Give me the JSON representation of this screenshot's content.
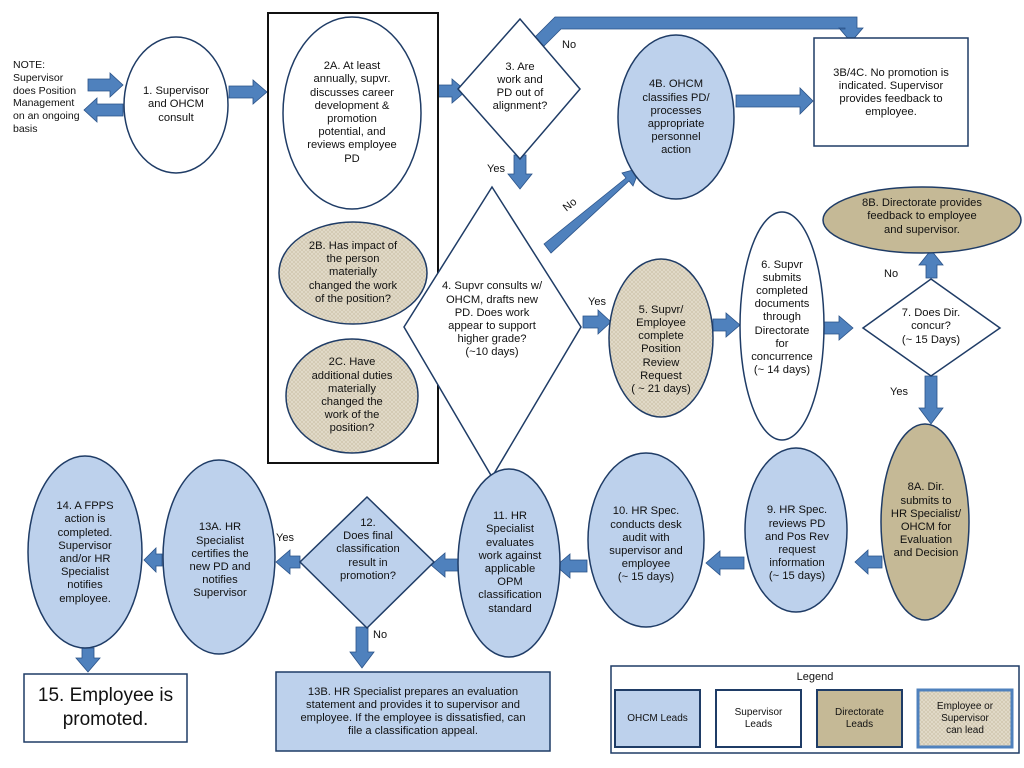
{
  "colors": {
    "ohcm": "#bdd1ec",
    "supervisor": "#ffffff",
    "directorate": "#c5b996",
    "employee_texture_base": "#e3dccb",
    "outline": "#1f3c66",
    "arrow": "#4f81bd"
  },
  "note": "NOTE:\nSupervisor\ndoes Position\nManagement\non an ongoing\nbasis",
  "nodes": {
    "n1": "1.  Supervisor\nand OHCM\nconsult",
    "n2a": "2A. At least\nannually, supvr.\ndiscusses career\ndevelopment &\npromotion\npotential, and\nreviews employee\nPD",
    "n2b": "2B. Has impact of\nthe person\nmaterially\nchanged the work\nof the position?",
    "n2c": "2C. Have\nadditional duties\nmaterially\nchanged the\nwork of the\nposition?",
    "n3": "3. Are\nwork and\nPD out of\nalignment?",
    "n4": "4.  Supvr consults w/\nOHCM, drafts new\nPD.  Does work\nappear to support\nhigher grade?\n(~10  days)",
    "n4b": "4B. OHCM\nclassifies PD/\nprocesses\nappropriate\npersonnel\naction",
    "n3b4c": "3B/4C.  No promotion is\nindicated. Supervisor\nprovides feedback to\nemployee.",
    "n5": "5. Supvr/\nEmployee\ncomplete\nPosition\nReview\nRequest\n( ~ 21 days)",
    "n6": "6. Supvr\nsubmits\ncompleted\ndocuments\nthrough\nDirectorate\nfor\nconcurrence\n(~ 14 days)",
    "n7": "7. Does Dir.\nconcur?\n(~ 15 Days)",
    "n8b": "8B. Directorate provides\nfeedback to employee\nand supervisor.",
    "n8a": "8A. Dir.\nsubmits to\nHR Specialist/\nOHCM for\nEvaluation\nand Decision",
    "n9": "9. HR Spec.\nreviews PD\nand Pos Rev\nrequest\ninformation\n(~ 15 days)",
    "n10": "10. HR Spec.\nconducts desk\naudit with\nsupervisor and\nemployee\n(~ 15 days)",
    "n11": "11. HR\nSpecialist\nevaluates\nwork against\napplicable\nOPM\nclassification\nstandard",
    "n12": "12.\nDoes final\nclassification\nresult in\npromotion?",
    "n13a": "13A. HR\nSpecialist\ncertifies the\nnew PD and\nnotifies\nSupervisor",
    "n13b": "13B.  HR Specialist prepares an evaluation\nstatement and provides it to supervisor and\nemployee.  If the employee is dissatisfied, can\nfile a classification appeal.",
    "n14": "14. A FPPS\naction is\ncompleted.\nSupervisor\nand/or HR\nSpecialist\nnotifies\nemployee.",
    "n15": "15. Employee is\npromoted."
  },
  "edge_labels": {
    "no_3": "No",
    "yes_3": "Yes",
    "no_4": "No",
    "yes_4": "Yes",
    "no_7": "No",
    "yes_7": "Yes",
    "yes_12": "Yes",
    "no_12": "No"
  },
  "legend": {
    "title": "Legend",
    "ohcm": "OHCM Leads",
    "supervisor": "Supervisor\nLeads",
    "directorate": "Directorate\nLeads",
    "employee": "Employee or\nSupervisor\ncan lead"
  }
}
